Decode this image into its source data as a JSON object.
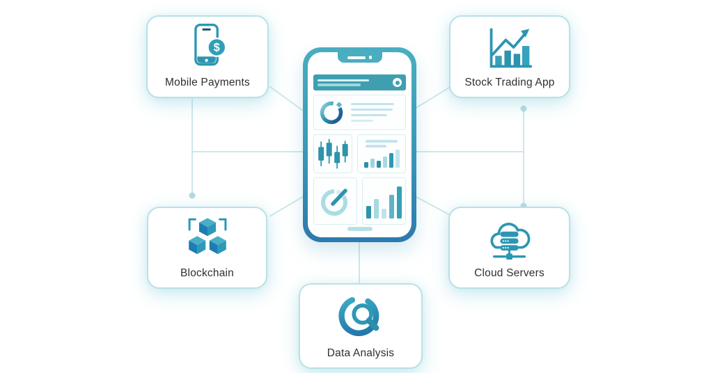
{
  "cards": [
    {
      "id": "mobile-payments",
      "label": "Mobile Payments",
      "icon": "smartphone-dollar-icon"
    },
    {
      "id": "stock-trading-app",
      "label": "Stock Trading App",
      "icon": "stock-growth-chart-icon"
    },
    {
      "id": "blockchain",
      "label": "Blockchain",
      "icon": "blockchain-cubes-icon"
    },
    {
      "id": "cloud-servers",
      "label": "Cloud Servers",
      "icon": "cloud-database-icon"
    },
    {
      "id": "data-analysis",
      "label": "Data Analysis",
      "icon": "magnifier-analytics-icon"
    }
  ],
  "phone_screen": {
    "elements": [
      "notch",
      "app-header-bar",
      "search-avatar-icon",
      "donut-chart",
      "text-placeholder-lines",
      "candlestick-chart",
      "ascending-bar-chart",
      "gauge-chart",
      "bar-chart",
      "home-indicator"
    ],
    "mid_bars": {
      "heights": [
        8,
        13,
        10,
        16,
        21,
        26
      ],
      "colors": [
        "#2b8fa9",
        "#9fd4de",
        "#2b8fa9",
        "#a9dae2",
        "#2f98b0",
        "#c2e5ea"
      ]
    },
    "bottom_bars": {
      "heights": [
        18,
        28,
        14,
        34,
        46
      ],
      "colors": [
        "#2e93ad",
        "#a7d9e1",
        "#bfe3e9",
        "#5fb3c4",
        "#35a0b6"
      ]
    }
  },
  "colors": {
    "background": "#ffffff",
    "card_border": "#b9e0e6",
    "label_text": "#2f2f2f",
    "connector_line": "#cde7ea",
    "connector_dot": "#b5d8de",
    "icon_teal": "#2c96b2",
    "icon_blue": "#1e79ae",
    "phone_frame_top": "#4aadc0",
    "phone_frame_bottom": "#2e79ad",
    "screen_header_bar": "#3f9fb1"
  }
}
